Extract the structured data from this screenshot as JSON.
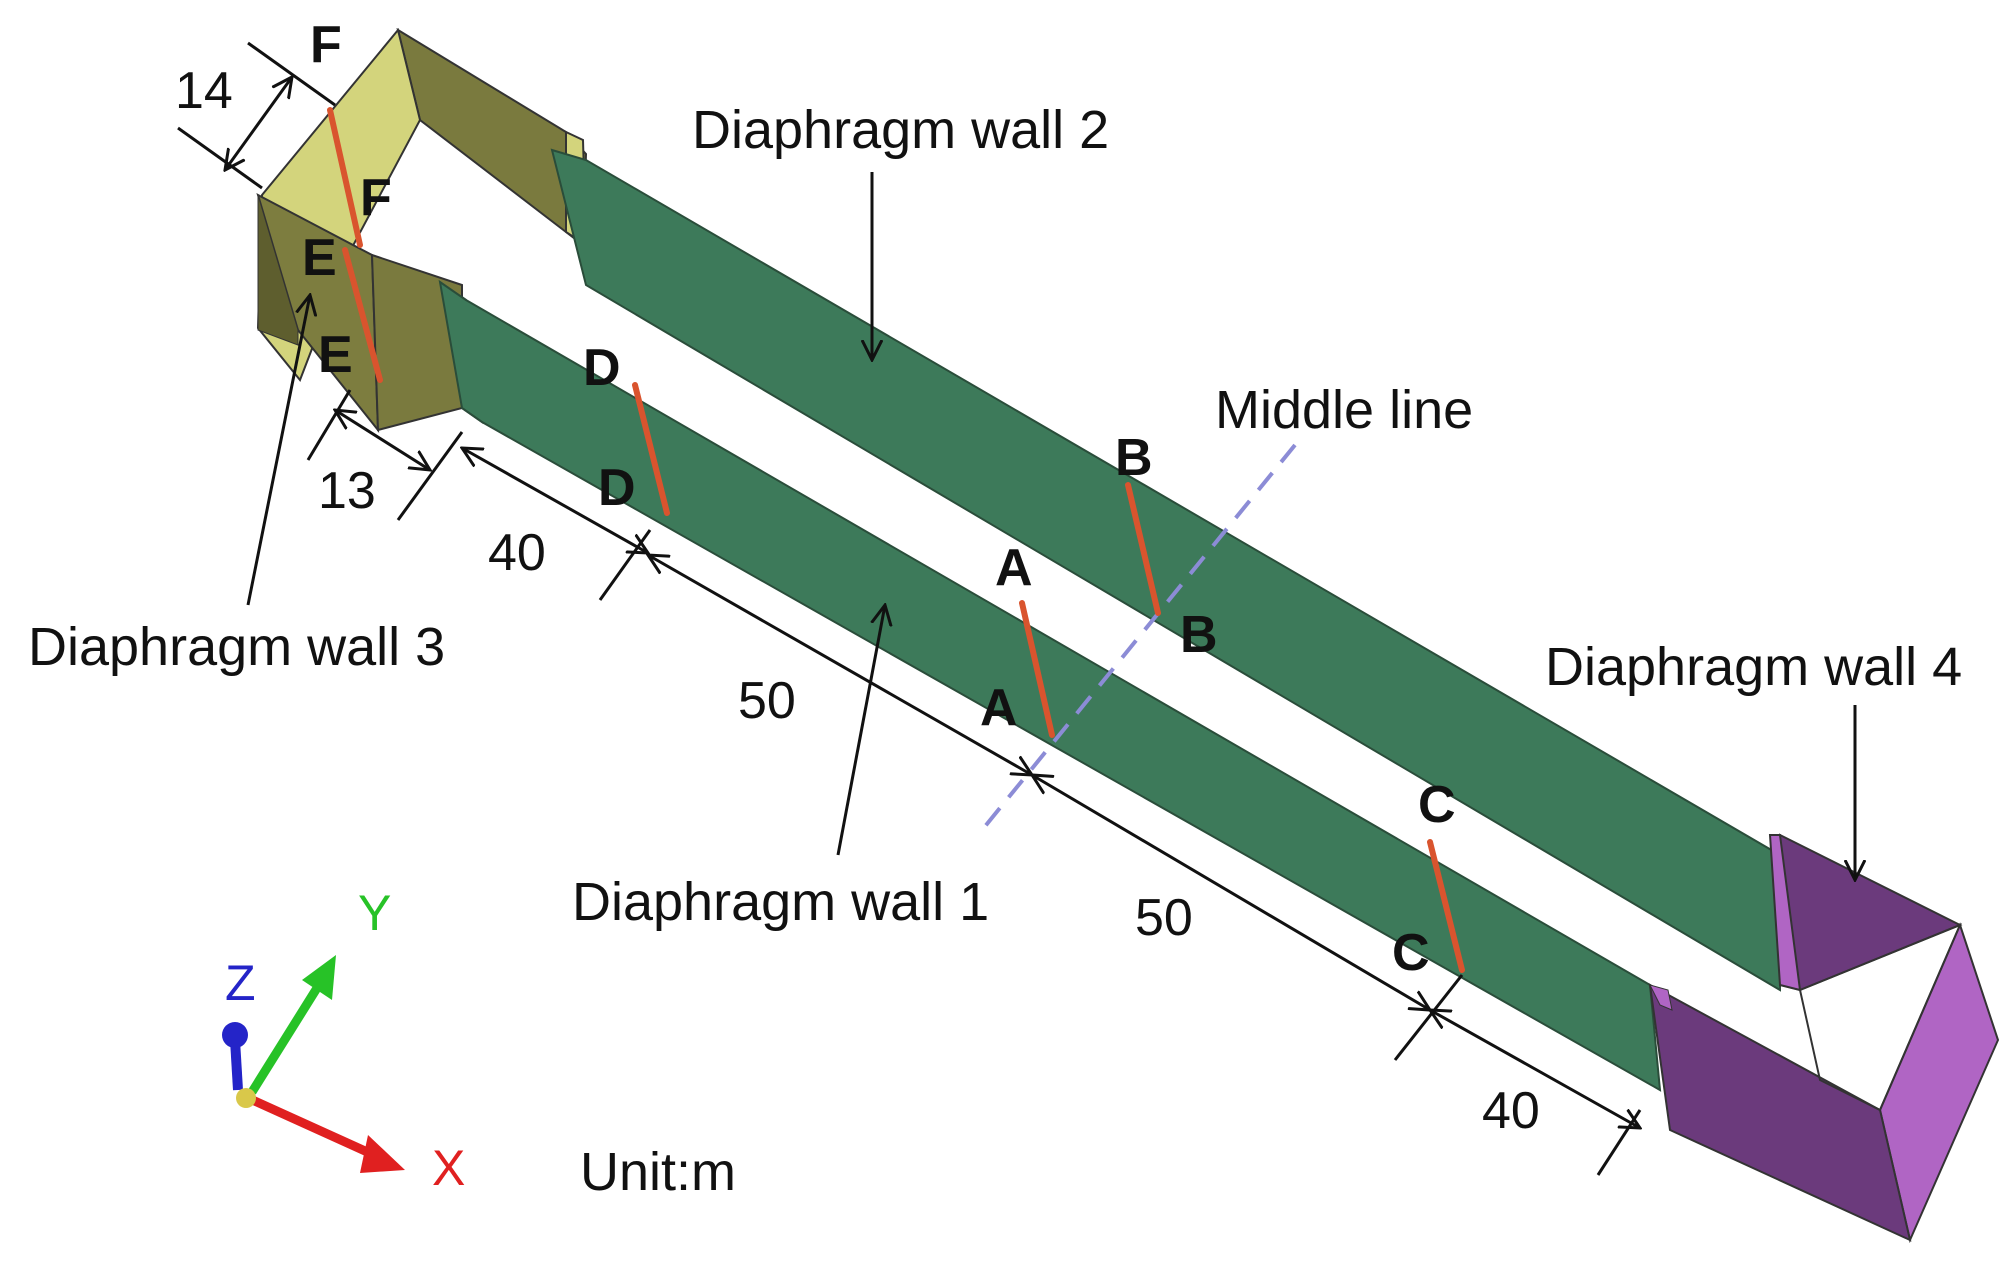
{
  "labels": {
    "wall1": "Diaphragm wall 1",
    "wall2": "Diaphragm wall 2",
    "wall3": "Diaphragm wall 3",
    "wall4": "Diaphragm wall 4",
    "middle_line": "Middle line",
    "unit": "Unit:m"
  },
  "dimensions": {
    "d14": "14",
    "d13": "13",
    "d40_left": "40",
    "d50_left": "50",
    "d50_right": "50",
    "d40_right": "40"
  },
  "sections": {
    "A": "A",
    "B": "B",
    "C": "C",
    "D": "D",
    "E": "E",
    "F": "F"
  },
  "axes": {
    "x": "X",
    "y": "Y",
    "z": "Z"
  },
  "colors": {
    "wall_long": "#3d7a5a",
    "wall3_light": "#d3d47c",
    "wall3_dark": "#7a7a3e",
    "wall4_light": "#b065c4",
    "wall4_dark": "#6b3a7c",
    "section_line": "#d9542e",
    "middle_line": "#8c8cd6",
    "axis_x": "#e02020",
    "axis_y": "#27c227",
    "axis_z": "#2424c8"
  }
}
